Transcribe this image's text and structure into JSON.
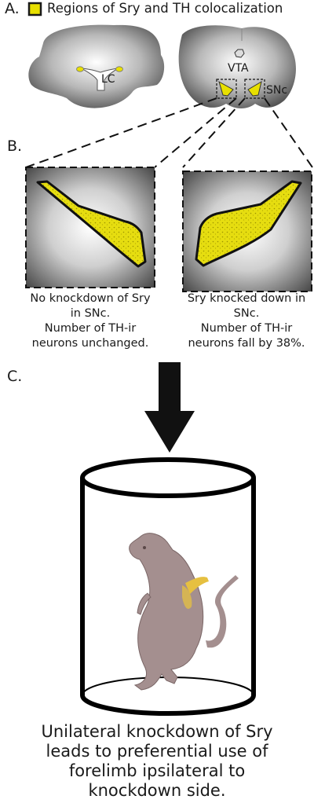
{
  "panel_a": {
    "letter": "A.",
    "legend_text": "Regions of Sry and TH colocalization",
    "label_lc": "LC",
    "label_vta": "VTA",
    "label_snc": "SNc"
  },
  "panel_b": {
    "letter": "B.",
    "left_caption": [
      "No knockdown of Sry",
      "in SNc.",
      "Number of TH-ir",
      "neurons unchanged."
    ],
    "right_caption": [
      "Sry knocked down in",
      "SNc.",
      "Number of TH-ir",
      "neurons fall by 38%."
    ]
  },
  "panel_c": {
    "letter": "C.",
    "caption": [
      "Unilateral knockdown of Sry",
      "leads to preferential use of",
      "forelimb ipsilateral to",
      "knockdown side."
    ]
  },
  "colors": {
    "highlight": "#e8e000",
    "mouse": "#a48f8f",
    "cylinder": "#000000"
  }
}
